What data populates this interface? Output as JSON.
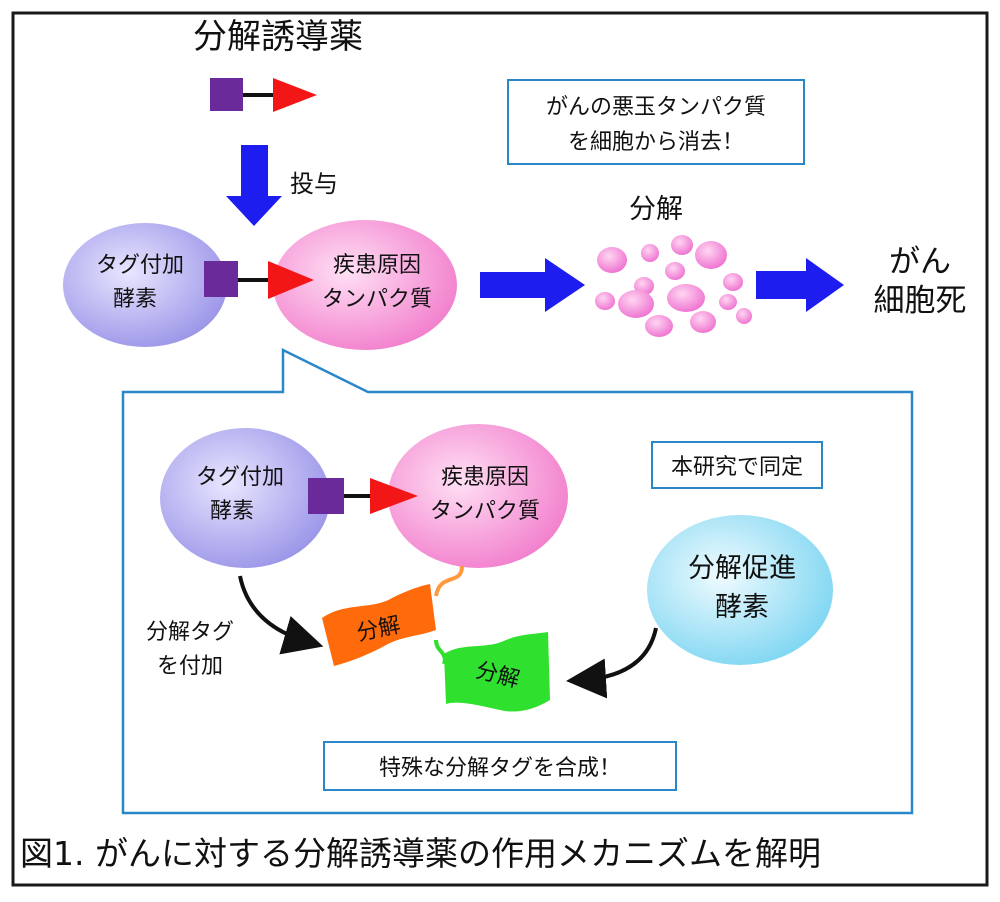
{
  "drug_label": "分解誘導薬",
  "administer_label": "投与",
  "top_enzyme": [
    "タグ付加",
    "酵素"
  ],
  "top_protein": [
    "疾患原因",
    "タンパク質"
  ],
  "callout": [
    "がんの悪玉タンパク質",
    "を細胞から消去！"
  ],
  "degradation_label": "分解",
  "cancer_death": [
    "がん",
    "細胞死"
  ],
  "inset_enzyme": [
    "タグ付加",
    "酵素"
  ],
  "inset_protein": [
    "疾患原因",
    "タンパク質"
  ],
  "identified_box": "本研究で同定",
  "promote_enzyme": [
    "分解促進",
    "酵素"
  ],
  "tag_add_label": [
    "分解タグ",
    "を付加"
  ],
  "tag_orange": "分解",
  "tag_green": "分解",
  "synth_box": "特殊な分解タグを合成！",
  "caption": "図1. がんに対する分解誘導薬の作用メカニズムを解明",
  "colors": {
    "frame": "#1a1a1a",
    "inset_border": "#2a87c8",
    "arrow_blue": "#1d1df0",
    "linker_square": "#6a2a9a",
    "linker_triangle": "#f21616",
    "enzyme_fill": "#b9b5f2",
    "protein_fill": "#f7a4d8",
    "promote_fill": "#a9e6f7",
    "tag_orange": "#ff6a0a",
    "tag_green": "#2fe02f",
    "fragments": "#f57ed6"
  }
}
